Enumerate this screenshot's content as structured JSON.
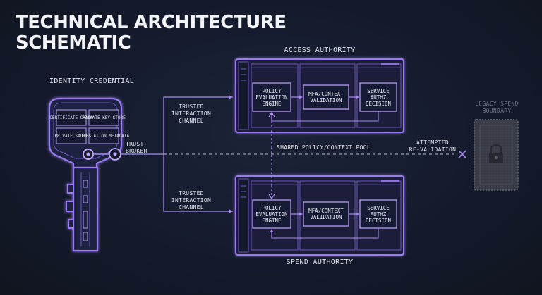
{
  "title": {
    "line1": "TECHNICAL ARCHITECTURE",
    "line2": "SCHEMATIC"
  },
  "colors": {
    "background": "#141a2b",
    "accent": "#8c6fe0",
    "accent_light": "#b79cf5",
    "text": "#e4e6ee",
    "legacy": "#6f7686"
  },
  "identity_credential": {
    "label": "IDENTITY CREDENTIAL",
    "cells": [
      "CERTIFICATE\nCHAIN",
      "PRIVATE\nKEY STORE",
      "PRIVATE\nSTORE",
      "ATTESTATION\nMETADATA"
    ],
    "icon": "key-icon"
  },
  "trust_broker": {
    "label": "TRUST-\nBROKER"
  },
  "channels": {
    "upper": "TRUSTED\nINTERACTION\nCHANNEL",
    "lower": "TRUSTED\nINTERACTION\nCHANNEL"
  },
  "access_authority": {
    "label": "ACCESS AUTHORITY",
    "modules": [
      "POLICY\nEVALUATION\nENGINE",
      "MFA/CONTEXT\nVALIDATION",
      "SERVICE\nAUTHZ\nDECISION"
    ]
  },
  "spend_authority": {
    "label": "SPEND AUTHORITY",
    "modules": [
      "POLICY\nEVALUATION\nENGINE",
      "MFA/CONTEXT\nVALIDATION",
      "SERVICE\nAUTHZ\nDECISION"
    ]
  },
  "shared_pool": {
    "label": "SHARED POLICY/CONTEXT POOL"
  },
  "revalidation": {
    "label": "ATTEMPTED\nRE-VALIDATION",
    "icon": "x-mark-icon"
  },
  "legacy_boundary": {
    "label": "LEGACY SPEND\nBOUNDARY",
    "icon": "padlock-icon"
  }
}
